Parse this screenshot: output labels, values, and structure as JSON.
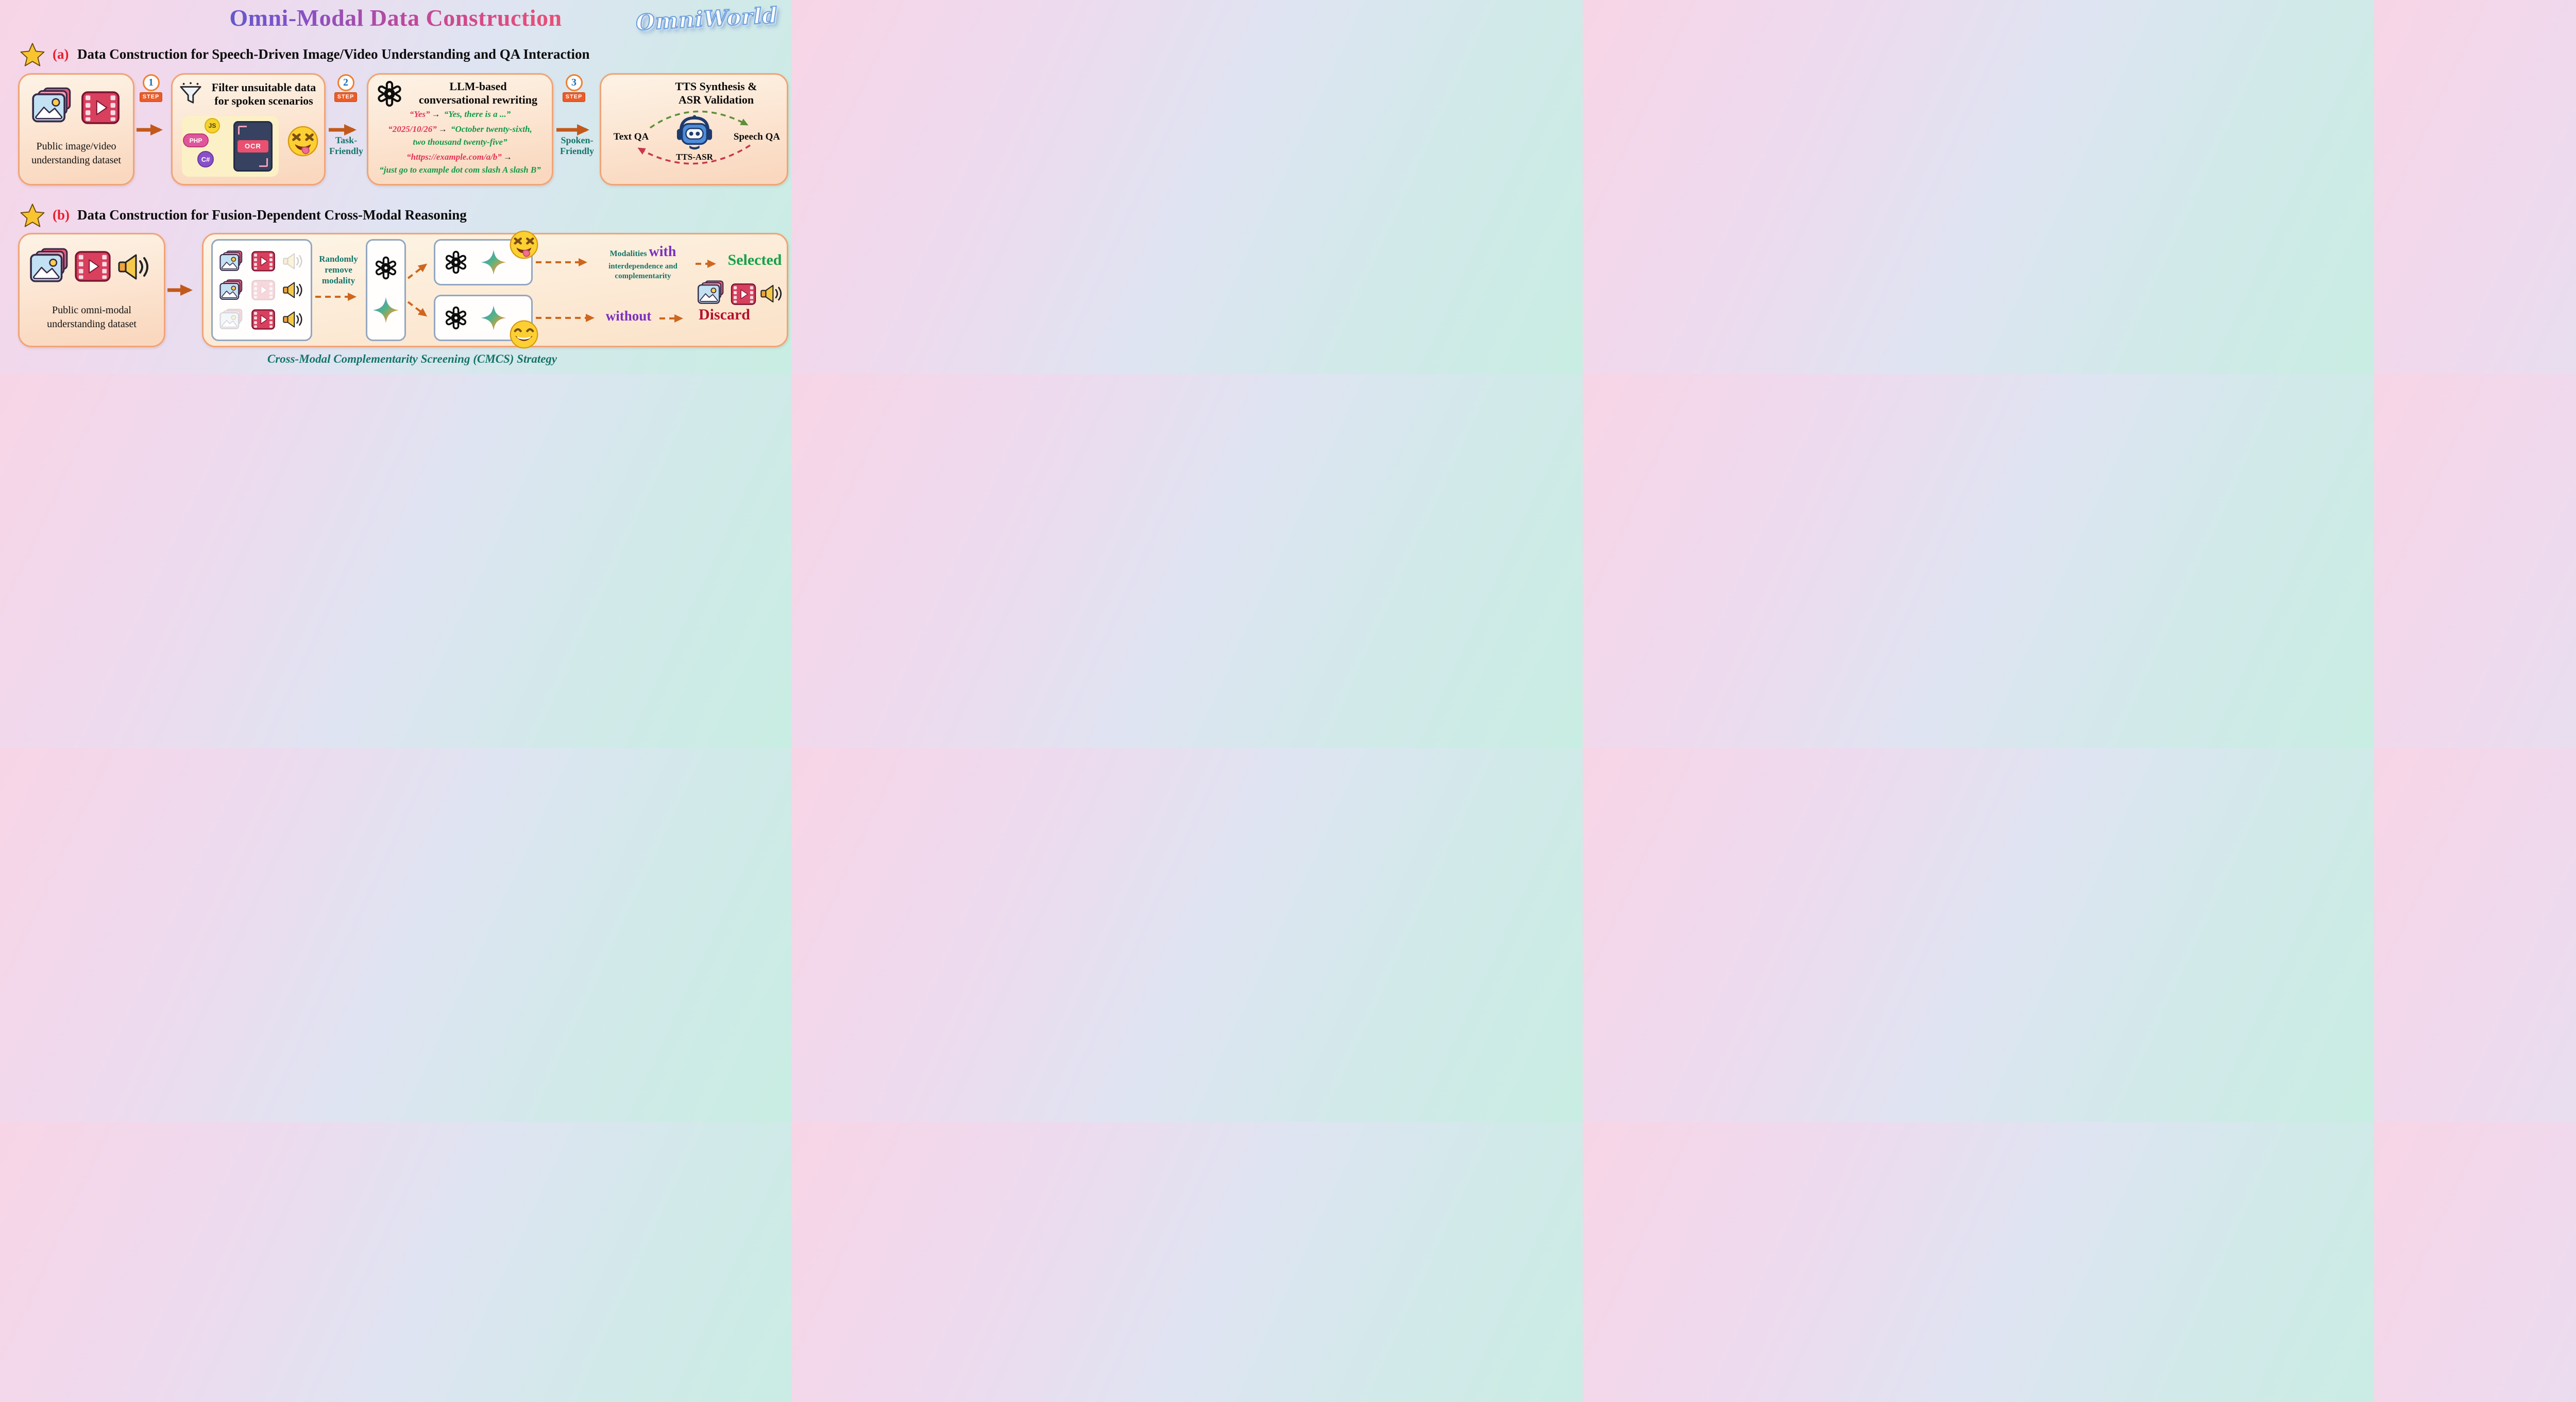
{
  "title": "Omni-Modal Data Construction",
  "brand": "OmniWorld",
  "colors": {
    "arrow_orange": "#c2591b",
    "teal": "#15756a",
    "purple": "#7b2fc0",
    "green": "#16a14b",
    "dark_red": "#b5122f",
    "tag_red": "#ea1c2c"
  },
  "section_a": {
    "tag": "(a)",
    "heading": "Data Construction for Speech-Driven Image/Video Understanding and QA Interaction",
    "step_label": "STEP",
    "steps": [
      "1",
      "2",
      "3"
    ],
    "dataset_box": {
      "caption_line1": "Public image/video",
      "caption_line2": "understanding dataset"
    },
    "filter_box": {
      "title_line1": "Filter  unsuitable data",
      "title_line2": "for spoken scenarios",
      "badge_js": "JS",
      "badge_php": "PHP",
      "badge_csharp": "C#",
      "badge_ocr": "OCR"
    },
    "task_friendly_line1": "Task-",
    "task_friendly_line2": "Friendly",
    "llm_box": {
      "title_line1": "LLM-based",
      "title_line2": "conversational rewriting",
      "examples": [
        {
          "from": "“Yes”",
          "arrow": "→",
          "to": "“Yes, there is a ...”"
        },
        {
          "from": "“2025/10/26”",
          "arrow": "→",
          "to_line1": "“October twenty-sixth,",
          "to_line2": "two thousand twenty-five”"
        },
        {
          "from": "“https://example.com/a/b”",
          "arrow": "→",
          "to": "“just go to example dot com slash A slash B”"
        }
      ]
    },
    "spoken_friendly_line1": "Spoken-",
    "spoken_friendly_line2": "Friendly",
    "tts_box": {
      "title_line1": "TTS Synthesis &",
      "title_line2": "ASR Validation",
      "left_label": "Text QA",
      "right_label": "Speech QA",
      "center_label": "TTS-ASR"
    }
  },
  "section_b": {
    "tag": "(b)",
    "heading": "Data Construction for Fusion-Dependent Cross-Modal Reasoning",
    "dataset_box": {
      "caption_line1": "Public omni-modal",
      "caption_line2": "understanding dataset"
    },
    "remove_line1": "Randomly",
    "remove_line2": "remove",
    "remove_line3": "modality",
    "with_branch": {
      "prefix": "Modalities",
      "keyword": "with",
      "line2": "interdependence and",
      "line3": "complementarity",
      "result": "Selected"
    },
    "without_branch": {
      "keyword": "without",
      "result": "Discard"
    },
    "caption": "Cross-Modal Complementarity Screening (CMCS) Strategy"
  }
}
